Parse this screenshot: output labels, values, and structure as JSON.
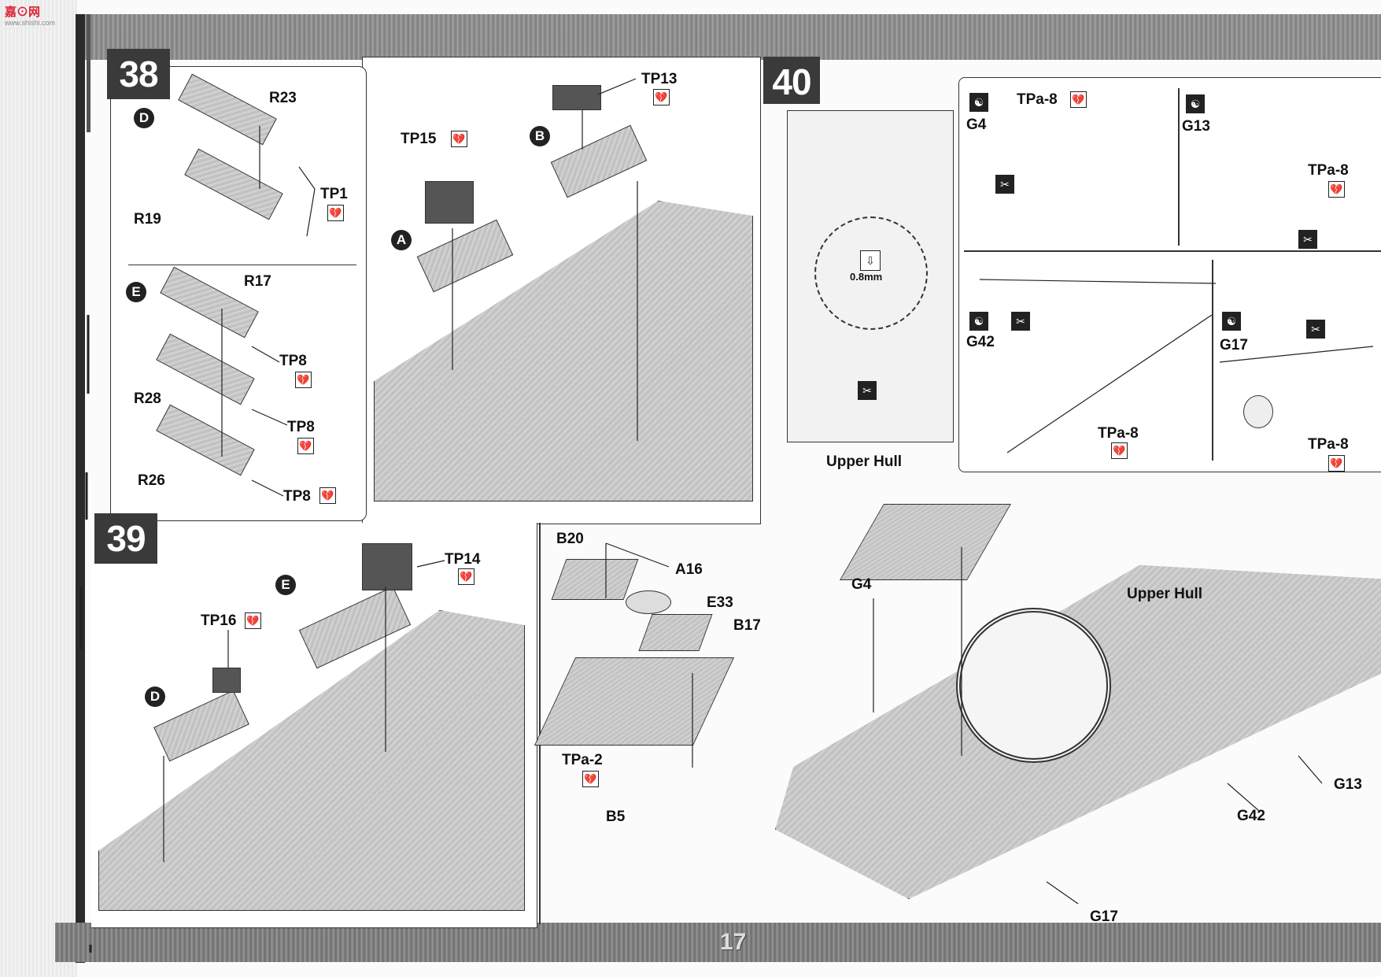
{
  "watermark": {
    "logo": "嘉⊙网",
    "url": "www.shishi.com"
  },
  "page_number": "17",
  "steps": {
    "s38": {
      "number": "38"
    },
    "s39": {
      "number": "39"
    },
    "s40": {
      "number": "40"
    }
  },
  "callouts": {
    "D": "D",
    "E": "E",
    "A": "A",
    "B": "B",
    "D2": "D",
    "E2": "E"
  },
  "parts": {
    "R23": "R23",
    "TP1": "TP1",
    "R19": "R19",
    "R17": "R17",
    "TP8a": "TP8",
    "R28": "R28",
    "TP8b": "TP8",
    "R26": "R26",
    "TP8c": "TP8",
    "TP15": "TP15",
    "TP13": "TP13",
    "TP14": "TP14",
    "TP16": "TP16",
    "B20": "B20",
    "A16": "A16",
    "E33": "E33",
    "B17": "B17",
    "TPa2": "TPa-2",
    "B5": "B5",
    "upper_hull_a": "Upper Hull",
    "drill": "0.8mm",
    "G4": "G4",
    "TPa8a": "TPa-8",
    "G13": "G13",
    "TPa8b": "TPa-8",
    "G42": "G42",
    "G17": "G17",
    "TPa8c": "TPa-8",
    "TPa8d": "TPa-8",
    "G4b": "G4",
    "upper_hull_b": "Upper Hull",
    "G13b": "G13",
    "G42b": "G42",
    "G17b": "G17"
  },
  "icons": {
    "glue": "glue-icon",
    "cut": "cut-icon",
    "drill": "drill-icon",
    "photo_etch": "photo-etch-icon"
  },
  "glyphs": {
    "glue": "💔",
    "cut": "✂",
    "drill": "⇩",
    "pe": "☯"
  }
}
